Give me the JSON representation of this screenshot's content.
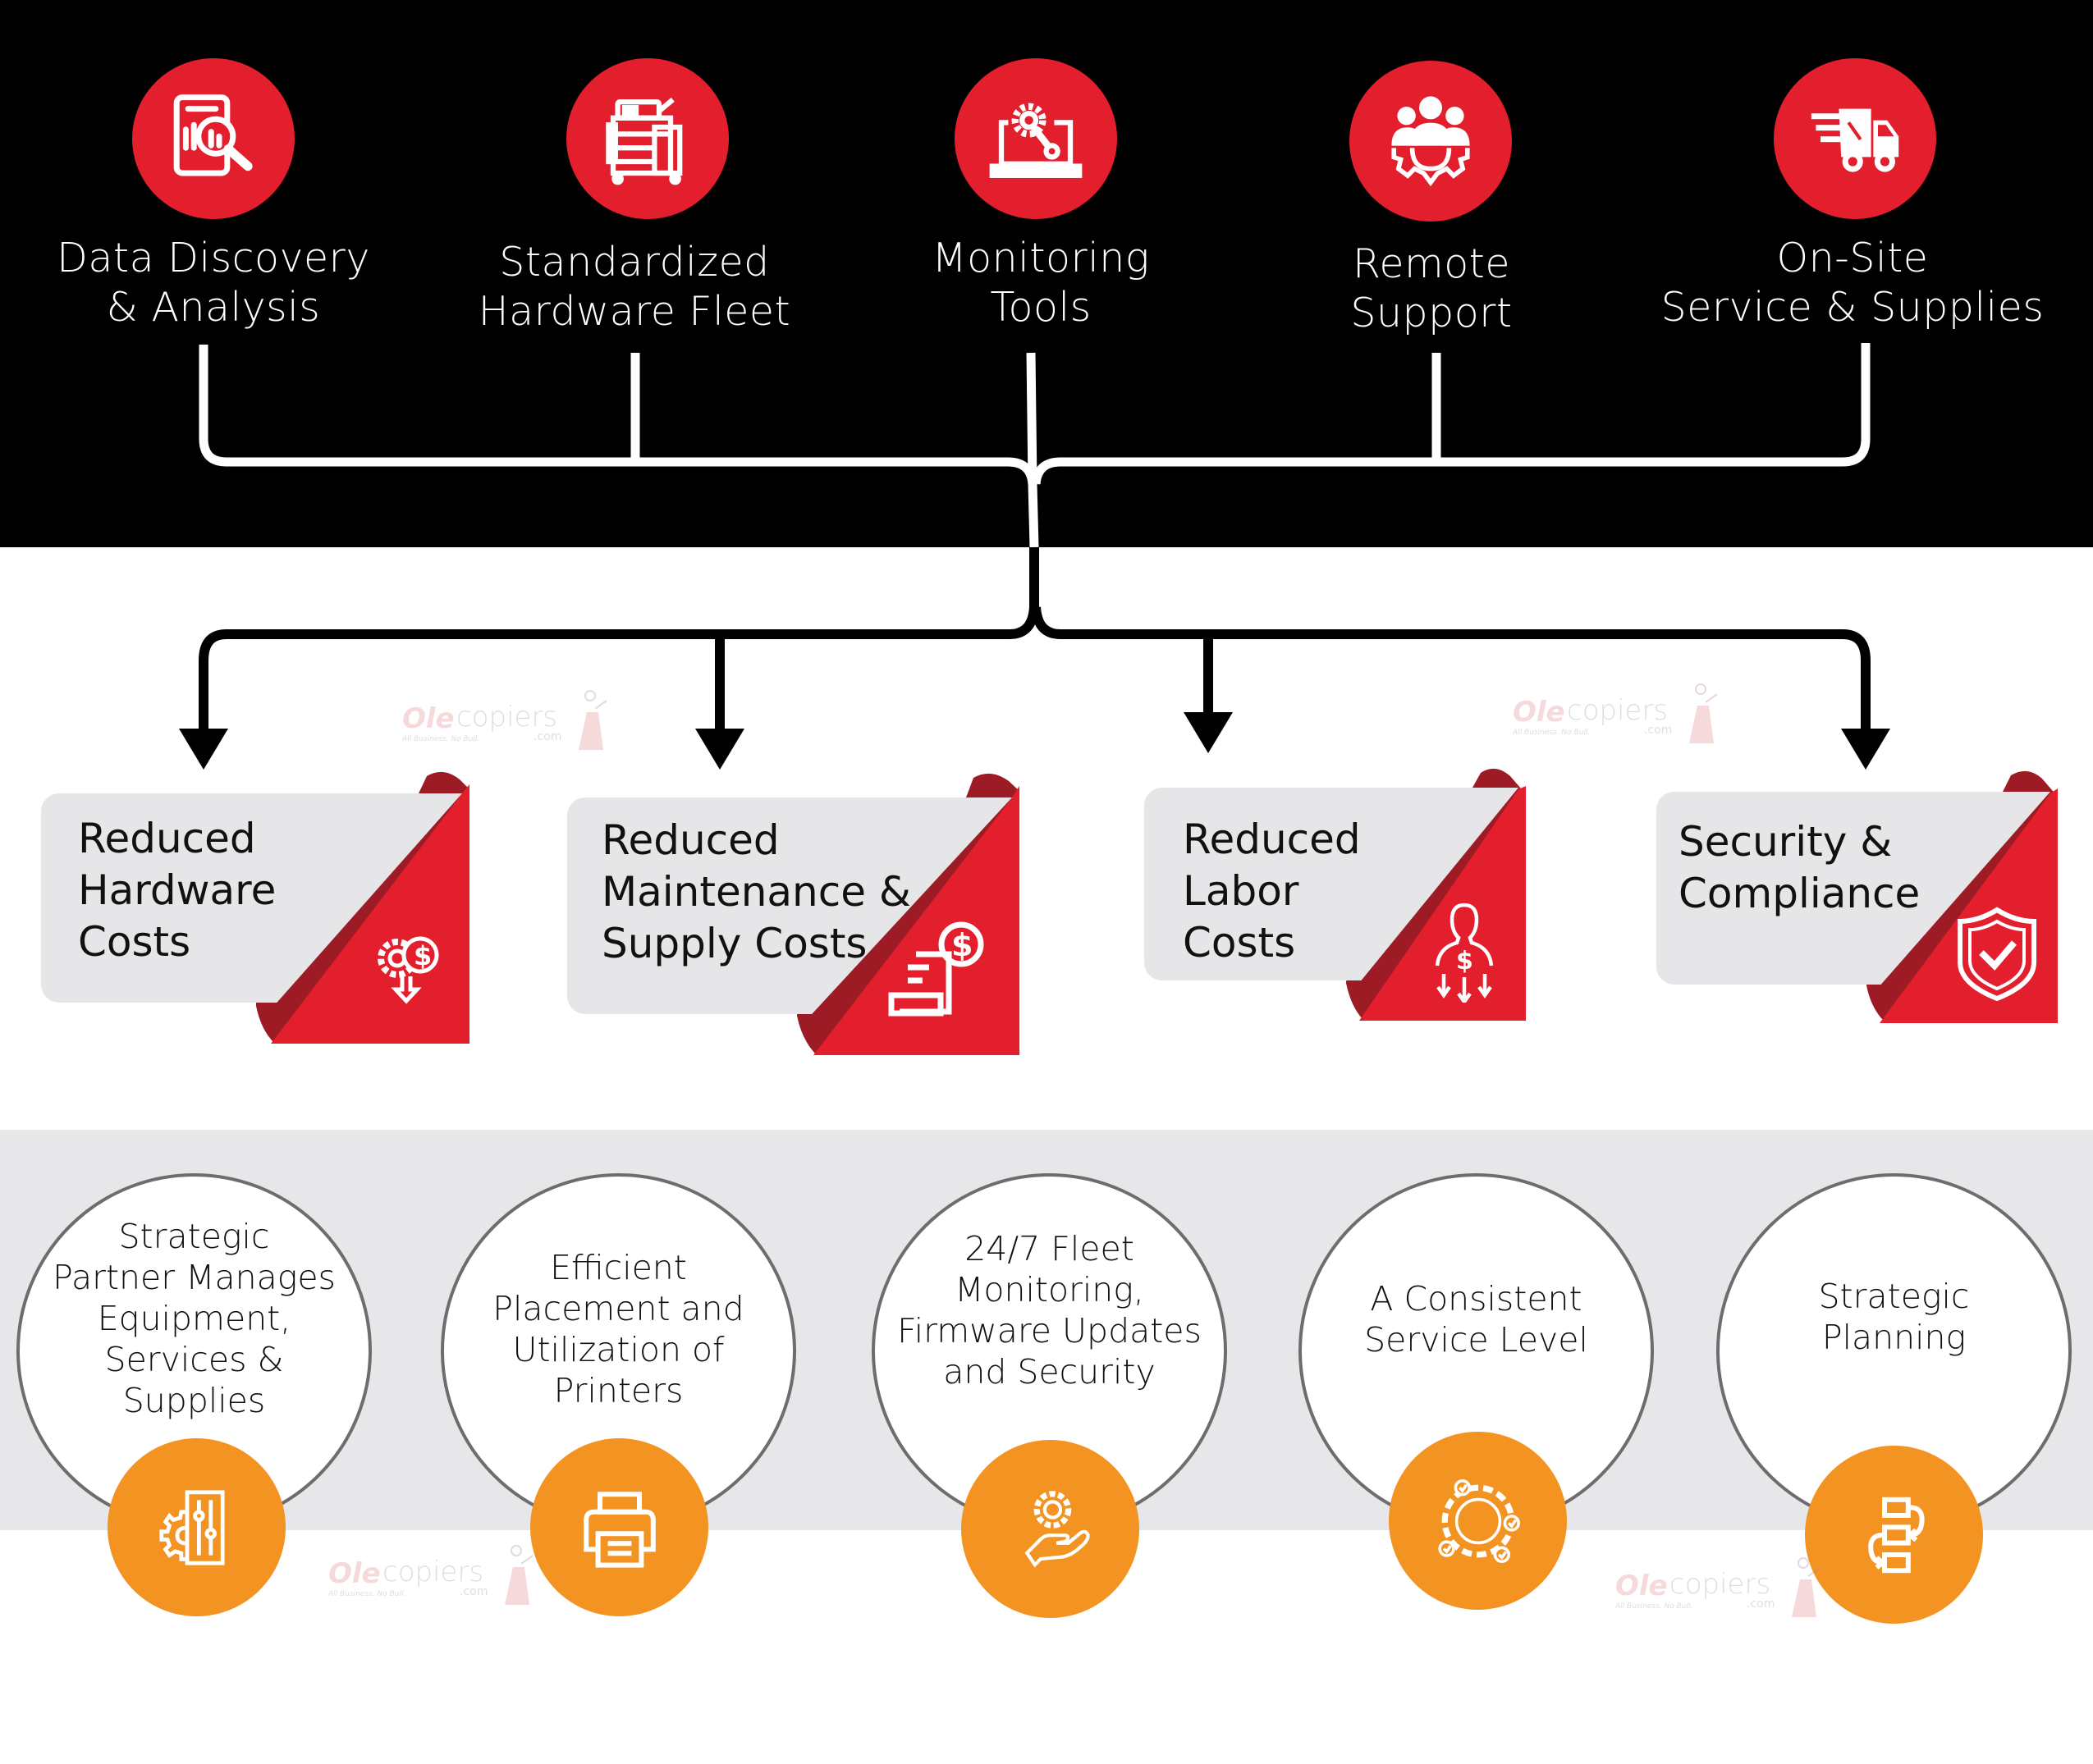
{
  "colors": {
    "top_band": "#000000",
    "accent_red": "#e31e2d",
    "dark_red": "#9c1b24",
    "card_gray": "#e6e6e8",
    "band_gray": "#e7e7e9",
    "accent_orange": "#f39322",
    "circle_border": "#6d6d6f"
  },
  "sources": [
    {
      "icon": "report-search-icon",
      "lines": [
        "Data Discovery",
        "& Analysis"
      ]
    },
    {
      "icon": "copier-icon",
      "lines": [
        "Standardized",
        "Hardware Fleet"
      ]
    },
    {
      "icon": "laptop-wrench-gear-icon",
      "lines": [
        "Monitoring",
        "Tools"
      ]
    },
    {
      "icon": "team-gear-icon",
      "lines": [
        "Remote",
        "Support"
      ]
    },
    {
      "icon": "delivery-truck-icon",
      "lines": [
        "On-Site",
        "Service & Supplies"
      ]
    }
  ],
  "benefits": [
    {
      "icon": "gear-dollar-down-icon",
      "lines": [
        "Reduced",
        "Hardware",
        "Costs"
      ]
    },
    {
      "icon": "invoice-dollar-icon",
      "lines": [
        "Reduced",
        "Maintenance &",
        "Supply Costs"
      ]
    },
    {
      "icon": "person-dollar-down-icon",
      "lines": [
        "Reduced",
        "Labor",
        "Costs"
      ]
    },
    {
      "icon": "shield-check-icon",
      "lines": [
        "Security &",
        "Compliance"
      ]
    }
  ],
  "outcomes": [
    {
      "icon": "gear-sliders-icon",
      "lines": [
        "Strategic",
        "Partner Manages",
        "Equipment,",
        "Services &",
        "Supplies"
      ]
    },
    {
      "icon": "printer-icon",
      "lines": [
        "Efficient",
        "Placement and",
        "Utilization of",
        "Printers"
      ]
    },
    {
      "icon": "hand-gear-icon",
      "lines": [
        "24/7 Fleet",
        "Monitoring,",
        "Firmware Updates",
        "and Security"
      ]
    },
    {
      "icon": "gear-checkpoints-icon",
      "lines": [
        "A Consistent",
        "Service Level"
      ]
    },
    {
      "icon": "flowchart-icon",
      "lines": [
        "Strategic",
        "Planning"
      ]
    }
  ],
  "watermark": {
    "brand_bold": "Ole",
    "brand_light": "copiers",
    "domain_suffix": ".com",
    "tagline": "All Business. No Bull."
  }
}
